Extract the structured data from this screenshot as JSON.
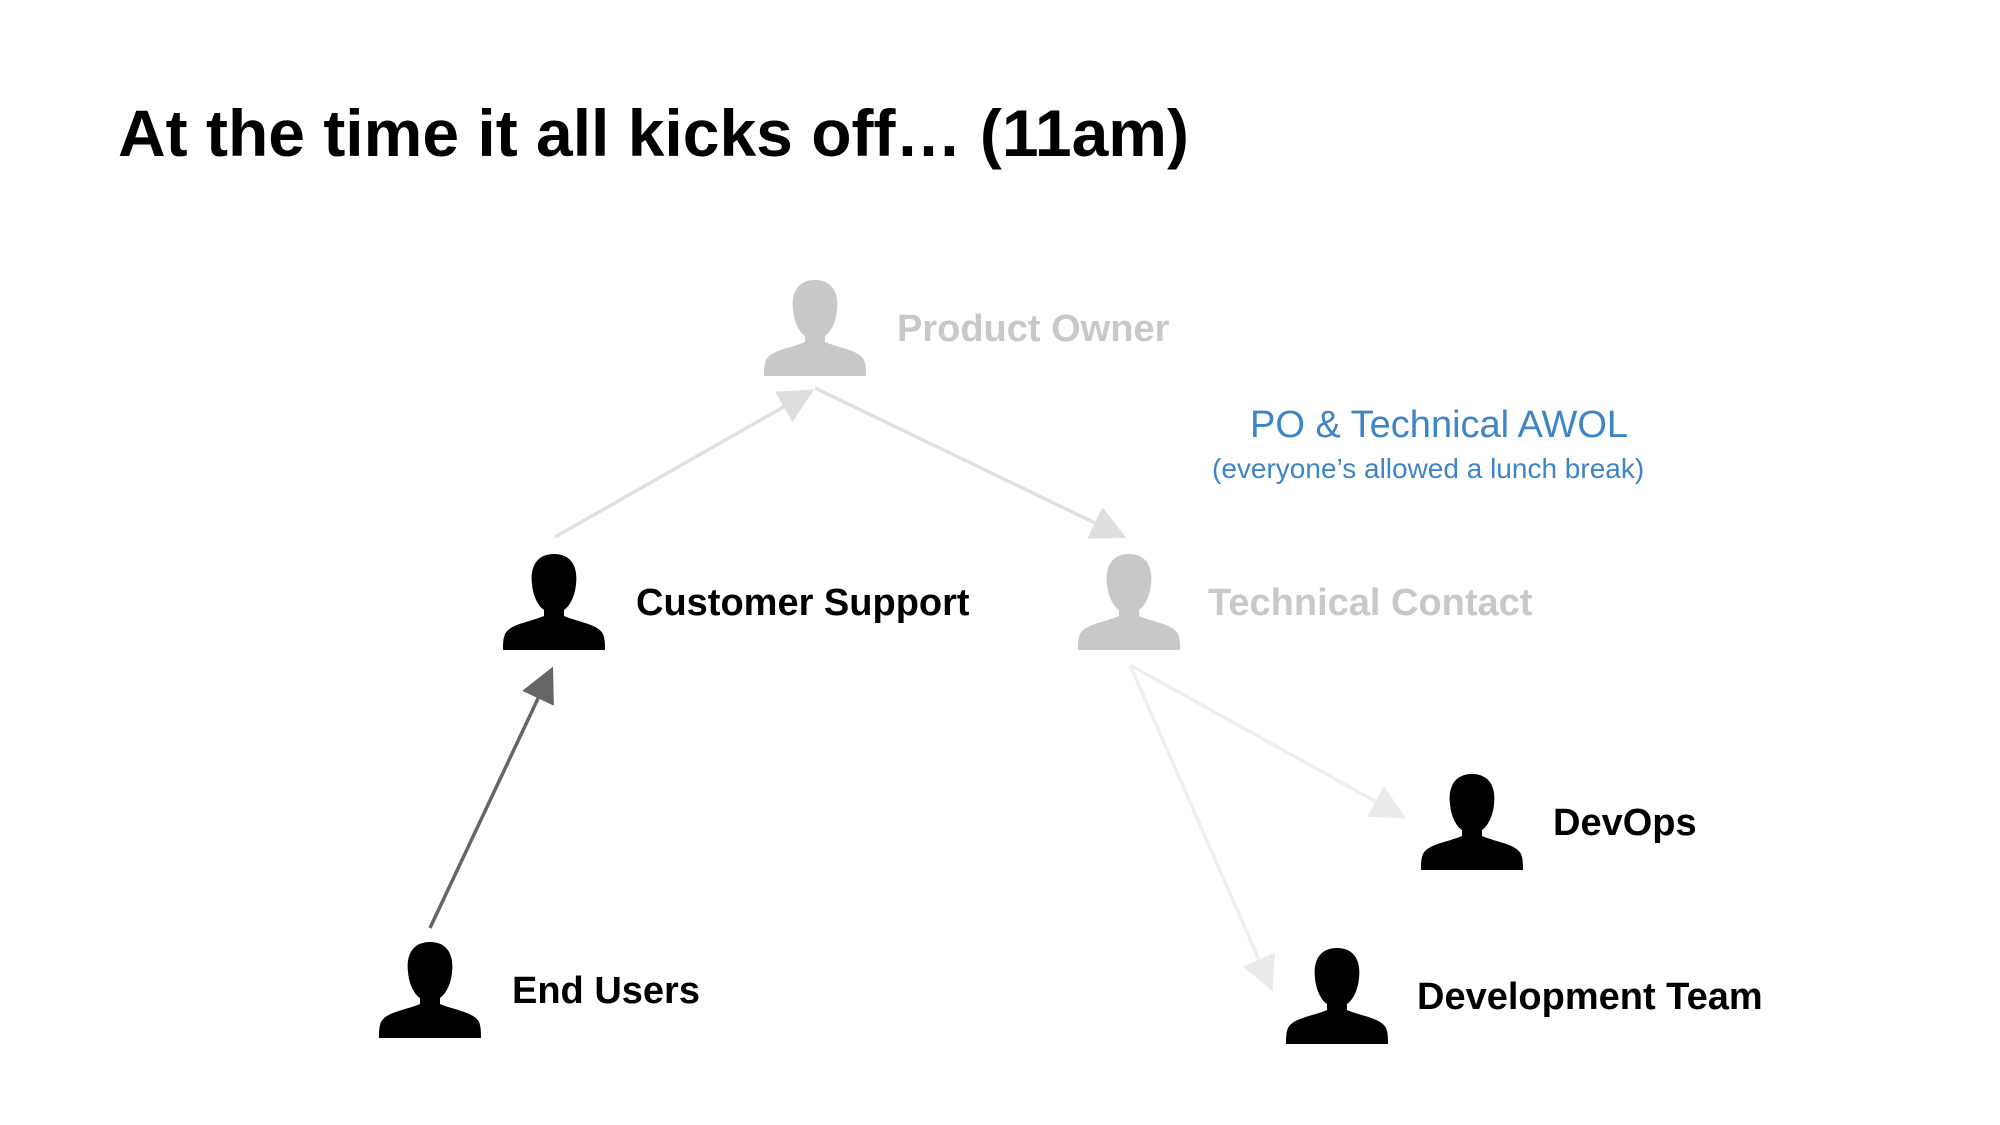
{
  "slide": {
    "title": "At the time it all kicks off… (11am)"
  },
  "nodes": {
    "product_owner": {
      "label": "Product Owner",
      "state": "faded"
    },
    "customer_support": {
      "label": "Customer Support",
      "state": "active"
    },
    "technical_contact": {
      "label": "Technical Contact",
      "state": "faded"
    },
    "devops": {
      "label": "DevOps",
      "state": "active"
    },
    "end_users": {
      "label": "End Users",
      "state": "active"
    },
    "development_team": {
      "label": "Development Team",
      "state": "active"
    }
  },
  "note": {
    "main": "PO & Technical AWOL",
    "sub": "(everyone’s allowed a lunch break)"
  },
  "edges": [
    {
      "from": "end_users",
      "to": "customer_support",
      "state": "active"
    },
    {
      "from": "customer_support",
      "to": "product_owner",
      "state": "faded"
    },
    {
      "from": "product_owner",
      "to": "technical_contact",
      "state": "faded"
    },
    {
      "from": "technical_contact",
      "to": "devops",
      "state": "faded"
    },
    {
      "from": "technical_contact",
      "to": "development_team",
      "state": "faded"
    }
  ],
  "icons": {
    "person": "person-silhouette-icon"
  },
  "colors": {
    "active": "#000000",
    "faded": "#c8c8c8",
    "active_edge": "#666666",
    "faded_edge": "#e0e0e0",
    "faded_edge_light": "#eeeeee",
    "note": "#3d85c6"
  }
}
